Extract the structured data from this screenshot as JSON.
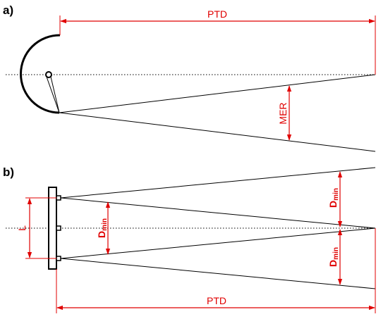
{
  "panels": {
    "a": {
      "label": "a)",
      "ptd_label": "PTD",
      "mer_label": "MER"
    },
    "b": {
      "label": "b)",
      "ptd_label": "PTD",
      "l_label": "L",
      "dmin_main": "D",
      "dmin_sub": "min"
    }
  },
  "colors": {
    "dimension": "#e00000",
    "line": "#000000",
    "axis": "#000000"
  }
}
